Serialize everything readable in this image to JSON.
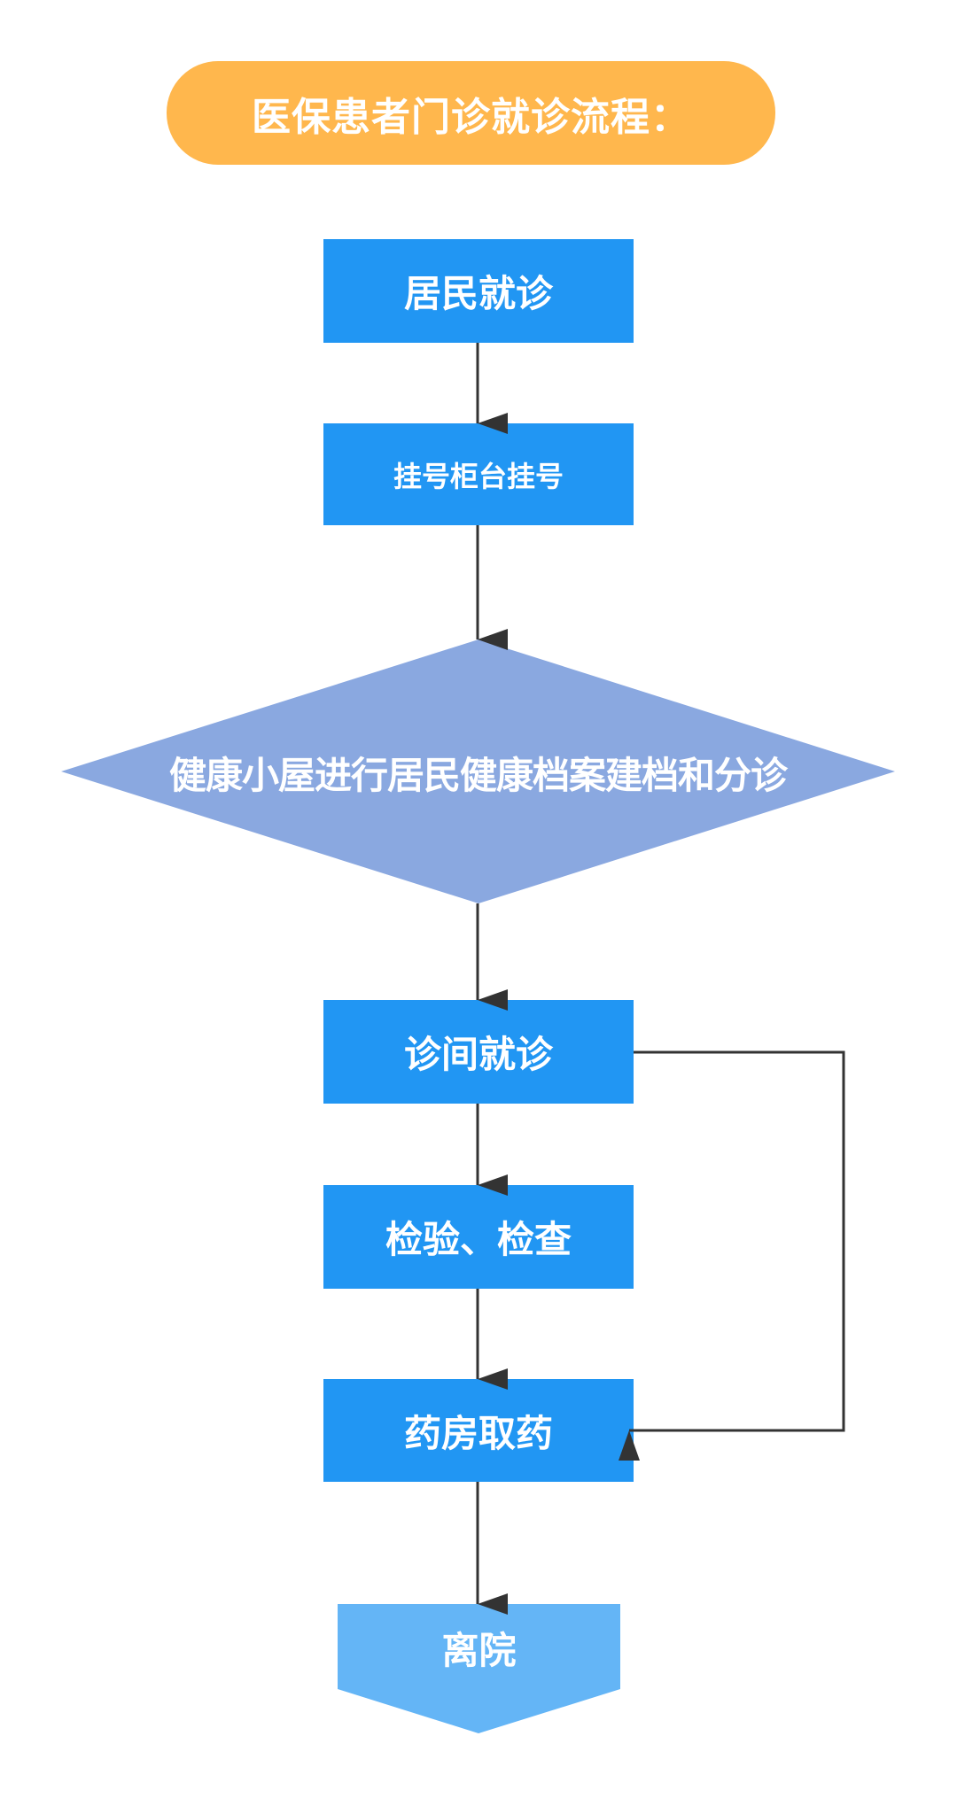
{
  "title": "医保患者门诊就诊流程：",
  "colors": {
    "title_fill": "#FFB74D",
    "process_fill": "#2196F3",
    "decision_fill": "#8AA8E0",
    "end_fill": "#64B5F6",
    "connector": "#333333",
    "text": "#FFFFFF"
  },
  "nodes": [
    {
      "id": "resident-visit",
      "type": "process",
      "label": "居民就诊"
    },
    {
      "id": "registration",
      "type": "process",
      "label": "挂号柜台挂号"
    },
    {
      "id": "health-hut",
      "type": "decision",
      "label": "健康小屋进行居民健康档案建档和分诊"
    },
    {
      "id": "consultation",
      "type": "process",
      "label": "诊间就诊"
    },
    {
      "id": "tests",
      "type": "process",
      "label": "检验、检查"
    },
    {
      "id": "pharmacy",
      "type": "process",
      "label": "药房取药"
    },
    {
      "id": "discharge",
      "type": "terminal",
      "label": "离院"
    }
  ],
  "edges": [
    {
      "from": "resident-visit",
      "to": "registration"
    },
    {
      "from": "registration",
      "to": "health-hut"
    },
    {
      "from": "health-hut",
      "to": "consultation"
    },
    {
      "from": "consultation",
      "to": "tests"
    },
    {
      "from": "tests",
      "to": "pharmacy"
    },
    {
      "from": "consultation",
      "to": "pharmacy",
      "route": "right-side"
    },
    {
      "from": "pharmacy",
      "to": "discharge"
    }
  ]
}
